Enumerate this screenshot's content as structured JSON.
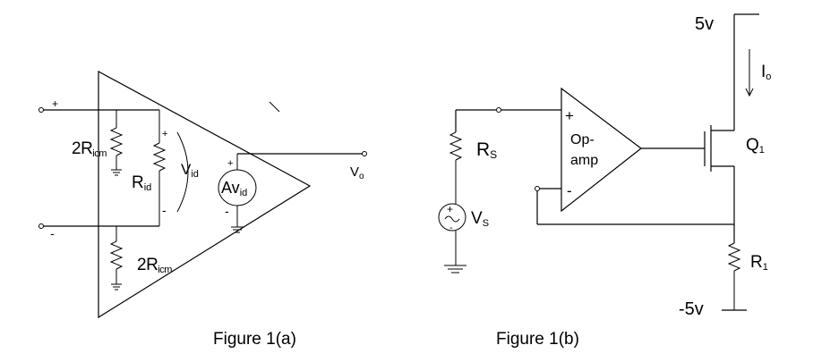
{
  "figure_a": {
    "caption": "Figure 1(a)",
    "r_icm_main": "2R",
    "r_icm_sub": "icm",
    "r_id_main": "R",
    "r_id_sub": "id",
    "v_id_main": "V",
    "v_id_sub": "id",
    "source_main": "Av",
    "source_sub": "id",
    "v_o_main": "V",
    "v_o_sub": "o",
    "plus": "+",
    "minus": "-"
  },
  "figure_b": {
    "caption": "Figure 1(b)",
    "supply_pos": "5v",
    "supply_neg": "-5v",
    "i_o_main": "I",
    "i_o_sub": "o",
    "rs_main": "R",
    "rs_sub": "S",
    "vs_main": "V",
    "vs_sub": "S",
    "opamp_line1": "Op-",
    "opamp_line2": "amp",
    "q1_main": "Q",
    "q1_sub": "1",
    "r1_main": "R",
    "r1_sub": "1",
    "plus": "+",
    "minus": "-"
  }
}
